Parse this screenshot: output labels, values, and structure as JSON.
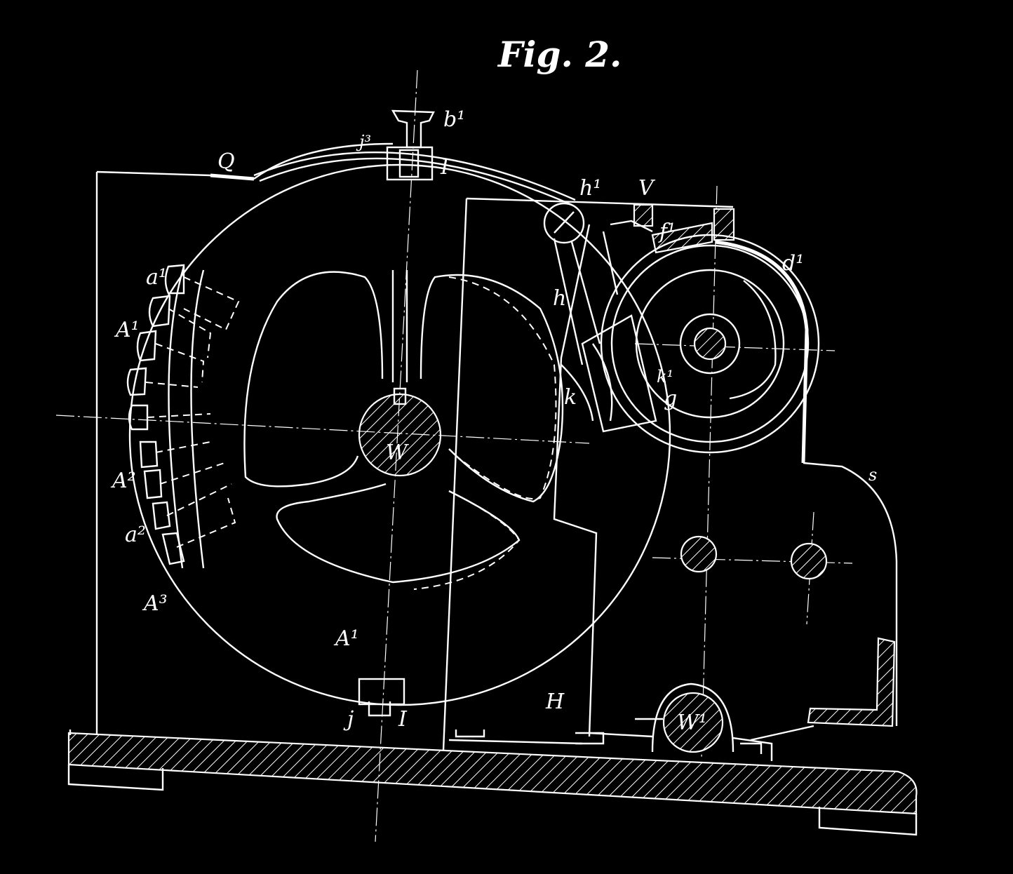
{
  "figure": {
    "title": "Fig. 2.",
    "labels": {
      "Q": "Q",
      "j3": "j³",
      "b1": "b¹",
      "I_top": "I",
      "h1": "h¹",
      "V": "V",
      "f1": "f¹",
      "d1": "d¹",
      "h": "h",
      "k1": "k¹",
      "g": "g",
      "k": "k",
      "s": "s",
      "a1_top": "a¹",
      "A1_top": "A¹",
      "A2": "A²",
      "a2": "a²",
      "A3": "A³",
      "W": "W",
      "A_lower": "A¹",
      "H": "H",
      "j": "j",
      "I_bottom": "I",
      "W1": "W¹"
    }
  }
}
